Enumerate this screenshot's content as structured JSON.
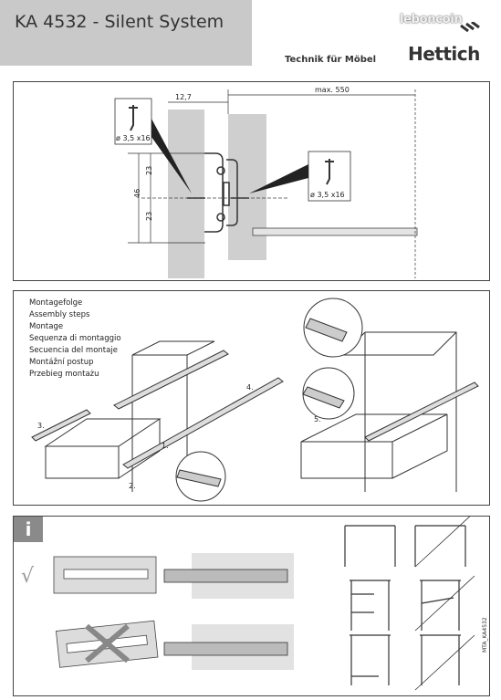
{
  "header": {
    "title": "KA 4532 - Silent System",
    "tagline": "Technik für Möbel",
    "brand": "Hettich",
    "watermark": "leboncoin"
  },
  "dimensions": {
    "offset": "12,7",
    "max_depth": "max. 550",
    "screw_left": "ø 3,5 x16",
    "screw_right": "ø 3,5 x16",
    "height_total": "46",
    "height_upper": "23",
    "height_lower": "23"
  },
  "assembly": {
    "steps_title": [
      "Montagefolge",
      "Assembly steps",
      "Montage",
      "Sequenza di montaggio",
      "Secuencia del montaje",
      "Montážní postup",
      "Przebieg montażu"
    ],
    "step_labels": [
      "1.",
      "2.",
      "3.",
      "4.",
      "5."
    ]
  },
  "info": {
    "icon_letter": "i",
    "doc_ref": "MTA_KA4532",
    "correct_mark": "√"
  }
}
